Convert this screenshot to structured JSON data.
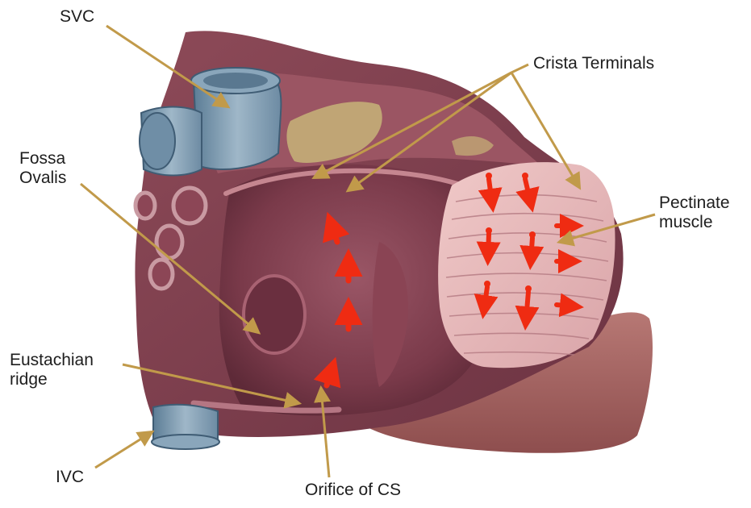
{
  "labels": {
    "svc": "SVC",
    "crista": "Crista Terminals",
    "fossa_line1": "Fossa",
    "fossa_line2": "Ovalis",
    "pectinate_line1": "Pectinate",
    "pectinate_line2": "muscle",
    "eustachian_line1": "Eustachian",
    "eustachian_line2": "ridge",
    "ivc": "IVC",
    "orifice": "Orifice of CS"
  },
  "colors": {
    "leader": "#c19a4a",
    "flow_arrow": "#ef2b12",
    "tissue_dark": "#7a3a48",
    "tissue_mid": "#9d5866",
    "tissue_light": "#c38e95",
    "pectinate_fill": "#e6b9ba",
    "vessel_blue": "#7f9db4",
    "vessel_blue_dark": "#4f6f88",
    "fat": "#c7b478"
  },
  "illustration": "right-atrium-interior"
}
